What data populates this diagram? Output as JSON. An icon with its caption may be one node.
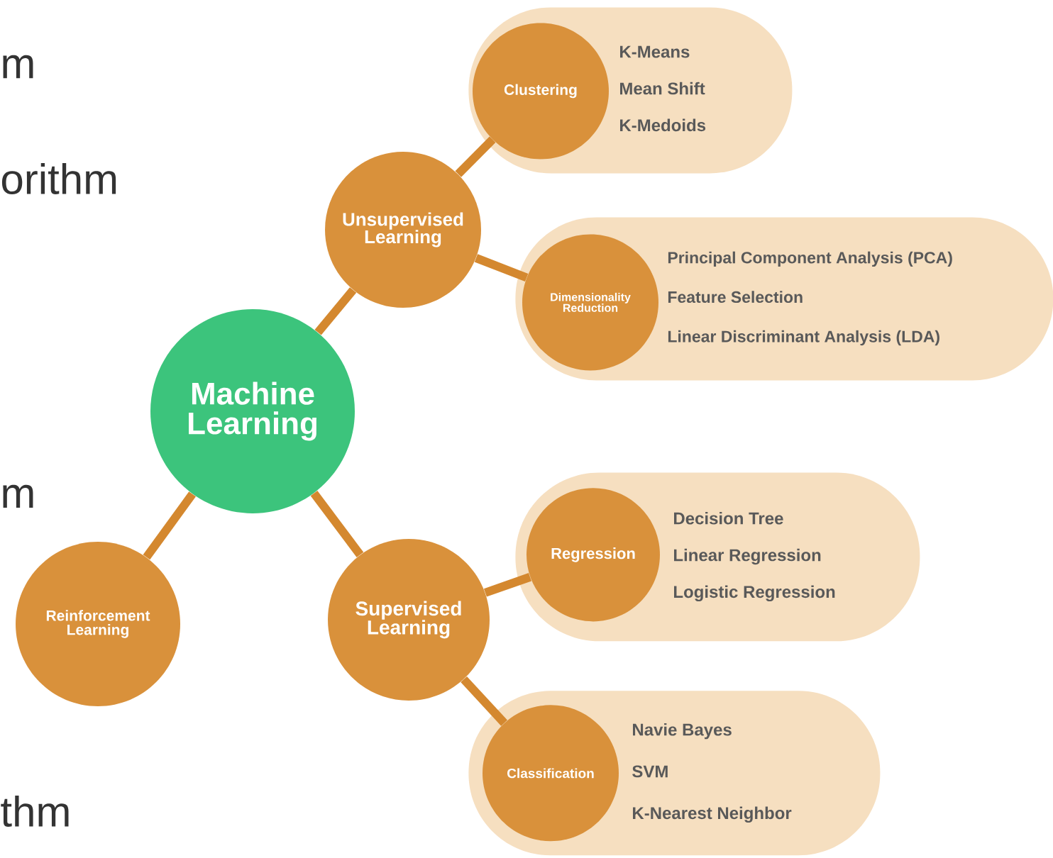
{
  "diagram": {
    "nodes": [
      {
        "text": [
          "Machine Learning"
        ]
      },
      {
        "text": [
          "Unsupervised Learning"
        ]
      },
      {
        "text": [
          "K-Means",
          "Mean Shift",
          "K-Medoids"
        ]
      },
      {
        "text": [
          "Clustering"
        ],
        "in": 2
      },
      {
        "text": [
          "Principal Component Analysis (PCA)",
          "Feature Selection",
          "Linear Discriminant Analysis (LDA)"
        ]
      },
      {
        "text": [
          "Dimensionality Reduction"
        ],
        "in": 4
      },
      {
        "text": [
          "Reinforcement Learning"
        ]
      },
      {
        "text": [
          "Supervised Learning"
        ]
      },
      {
        "text": [
          "Decision Tree",
          "Linear Regression",
          "Logistic Regression"
        ]
      },
      {
        "text": [
          "Regression"
        ],
        "in": 8
      },
      {
        "text": [
          "Navie Bayes",
          "SVM",
          "K-Nearest Neighbor"
        ]
      },
      {
        "text": [
          "Classification"
        ],
        "in": 10
      }
    ],
    "edges": [
      {
        "from": 0,
        "to": 1,
        "arrow": "none"
      },
      {
        "from": 1,
        "to": 3,
        "arrow": "none"
      },
      {
        "from": 1,
        "to": 5,
        "arrow": "none"
      },
      {
        "from": 0,
        "to": 6,
        "arrow": "none"
      },
      {
        "from": 0,
        "to": 7,
        "arrow": "none"
      },
      {
        "from": 7,
        "to": 9,
        "arrow": "none"
      },
      {
        "from": 7,
        "to": 11,
        "arrow": "none"
      }
    ],
    "labels": [
      "m",
      "orithm",
      "m",
      "thm"
    ]
  }
}
